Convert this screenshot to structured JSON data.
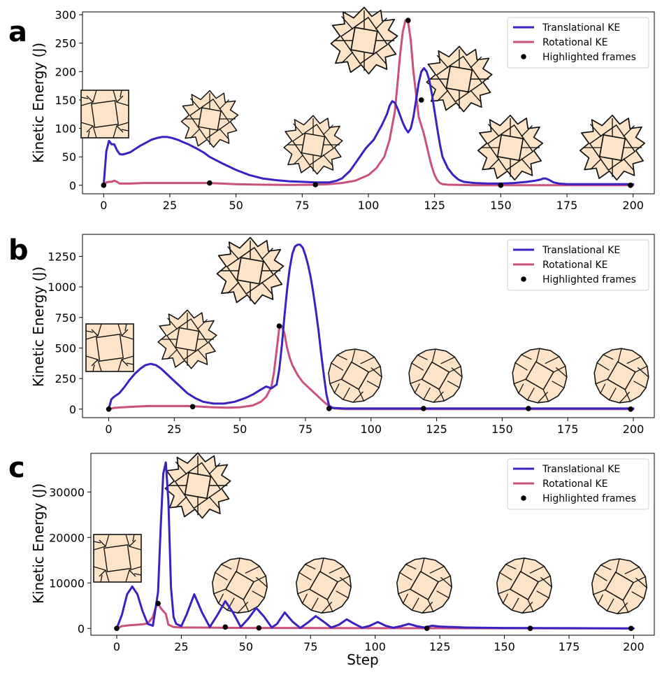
{
  "colors": {
    "translational": "#3a22c2",
    "rotational": "#c9517c",
    "highlight": "#000000",
    "tile_fill": "#fde3c8",
    "tile_stroke": "#111111"
  },
  "chart_data": [
    {
      "type": "line",
      "panel": "a",
      "ylabel": "Kinetic Energy (J)",
      "xlabel": "",
      "xlim": [
        -8,
        208
      ],
      "ylim": [
        -15,
        305
      ],
      "xticks": [
        0,
        25,
        50,
        75,
        100,
        125,
        150,
        175,
        200
      ],
      "yticks": [
        0,
        50,
        100,
        150,
        200,
        250,
        300
      ],
      "legend_position": "top-right",
      "legend": [
        "Translational KE",
        "Rotational KE",
        "Highlighted frames"
      ],
      "grid": false,
      "series": [
        {
          "name": "Translational KE",
          "x": [
            0,
            1,
            2,
            3,
            4,
            5,
            6,
            7,
            8,
            10,
            12,
            14,
            16,
            18,
            20,
            22,
            24,
            26,
            28,
            30,
            32,
            35,
            38,
            40,
            45,
            50,
            55,
            60,
            65,
            70,
            75,
            80,
            85,
            88,
            90,
            93,
            96,
            99,
            102,
            105,
            107,
            108,
            109,
            110,
            111,
            112,
            113,
            114,
            115,
            116,
            117,
            118,
            119,
            120,
            121,
            122,
            123,
            124,
            125,
            126,
            127,
            128,
            130,
            132,
            134,
            136,
            140,
            145,
            150,
            155,
            160,
            163,
            165,
            166,
            167,
            168,
            170,
            172,
            175,
            180,
            190,
            200
          ],
          "y": [
            0,
            60,
            78,
            72,
            72,
            62,
            55,
            54,
            55,
            58,
            64,
            70,
            75,
            80,
            83,
            85,
            85,
            83,
            80,
            76,
            72,
            65,
            57,
            50,
            38,
            27,
            18,
            12,
            9,
            7,
            6,
            5,
            5,
            8,
            12,
            25,
            45,
            65,
            80,
            105,
            125,
            140,
            148,
            145,
            135,
            123,
            110,
            100,
            93,
            100,
            120,
            150,
            180,
            200,
            206,
            200,
            185,
            160,
            130,
            100,
            72,
            50,
            30,
            18,
            10,
            6,
            4,
            3,
            3,
            4,
            6,
            8,
            10,
            12,
            12,
            10,
            5,
            3,
            2,
            2,
            2,
            2
          ]
        },
        {
          "name": "Rotational KE",
          "x": [
            0,
            1,
            2,
            3,
            4,
            5,
            6,
            7,
            8,
            10,
            15,
            20,
            30,
            40,
            50,
            60,
            70,
            80,
            85,
            90,
            95,
            100,
            103,
            106,
            108,
            110,
            111,
            112,
            113,
            114,
            115,
            116,
            117,
            118,
            119,
            120,
            121,
            122,
            123,
            124,
            125,
            126,
            127,
            128,
            130,
            135,
            140,
            150,
            160,
            175,
            200
          ],
          "y": [
            0,
            5,
            6,
            6,
            8,
            6,
            3,
            3,
            3,
            3,
            4,
            4,
            4,
            4,
            2,
            1,
            0.5,
            1,
            2,
            4,
            8,
            18,
            30,
            50,
            80,
            130,
            180,
            230,
            270,
            290,
            288,
            255,
            200,
            160,
            120,
            105,
            90,
            70,
            50,
            32,
            18,
            9,
            4,
            2,
            1,
            0.5,
            0,
            0,
            0,
            0,
            0
          ]
        }
      ],
      "highlighted_frames": {
        "name": "Highlighted frames",
        "x": [
          0,
          40,
          80,
          115,
          120,
          150,
          199
        ],
        "y": [
          0,
          4,
          1,
          290,
          150,
          0,
          0
        ]
      }
    },
    {
      "type": "line",
      "panel": "b",
      "ylabel": "Kinetic Energy (J)",
      "xlabel": "",
      "xlim": [
        -10,
        208
      ],
      "ylim": [
        -70,
        1430
      ],
      "xticks": [
        0,
        25,
        50,
        75,
        100,
        125,
        150,
        175,
        200
      ],
      "yticks": [
        0,
        250,
        500,
        750,
        1000,
        1250
      ],
      "legend_position": "top-right",
      "legend": [
        "Translational KE",
        "Rotational KE",
        "Highlighted frames"
      ],
      "grid": false,
      "series": [
        {
          "name": "Translational KE",
          "x": [
            0,
            1,
            2,
            4,
            6,
            8,
            10,
            12,
            14,
            16,
            18,
            20,
            22,
            25,
            28,
            30,
            33,
            36,
            40,
            44,
            48,
            52,
            55,
            58,
            60,
            62,
            64,
            65,
            66,
            67,
            68,
            69,
            70,
            71,
            72,
            73,
            74,
            75,
            76,
            77,
            78,
            79,
            80,
            81,
            82,
            83,
            84,
            85,
            90,
            100,
            150,
            200
          ],
          "y": [
            0,
            80,
            100,
            130,
            180,
            240,
            290,
            330,
            360,
            370,
            360,
            330,
            290,
            230,
            170,
            130,
            90,
            60,
            45,
            45,
            60,
            90,
            120,
            160,
            185,
            170,
            200,
            320,
            520,
            760,
            980,
            1150,
            1270,
            1330,
            1345,
            1345,
            1320,
            1260,
            1180,
            1080,
            950,
            800,
            640,
            450,
            280,
            120,
            30,
            10,
            5,
            5,
            5,
            5
          ]
        },
        {
          "name": "Rotational KE",
          "x": [
            0,
            1,
            2,
            5,
            10,
            15,
            20,
            25,
            30,
            35,
            40,
            45,
            50,
            55,
            58,
            60,
            62,
            63,
            64,
            65,
            66,
            67,
            68,
            69,
            70,
            71,
            72,
            73,
            74,
            76,
            78,
            80,
            82,
            84,
            86,
            90,
            100,
            150,
            200
          ],
          "y": [
            0,
            5,
            10,
            15,
            20,
            25,
            25,
            25,
            25,
            20,
            15,
            12,
            15,
            30,
            60,
            100,
            180,
            300,
            480,
            660,
            680,
            620,
            500,
            420,
            360,
            320,
            280,
            250,
            220,
            180,
            140,
            100,
            60,
            25,
            5,
            0,
            0,
            0,
            0
          ]
        }
      ],
      "highlighted_frames": {
        "name": "Highlighted frames",
        "x": [
          0,
          32,
          65,
          84,
          120,
          160,
          199
        ],
        "y": [
          0,
          20,
          680,
          5,
          5,
          5,
          0
        ]
      }
    },
    {
      "type": "line",
      "panel": "c",
      "xlabel": "Step",
      "ylabel": "Kinetic Energy (J)",
      "xlim": [
        -10,
        208
      ],
      "ylim": [
        -1500,
        38500
      ],
      "xticks": [
        0,
        25,
        50,
        75,
        100,
        125,
        150,
        175,
        200
      ],
      "yticks": [
        0,
        10000,
        20000,
        30000
      ],
      "legend_position": "top-right",
      "legend": [
        "Translational KE",
        "Rotational KE",
        "Highlighted frames"
      ],
      "grid": false,
      "series": [
        {
          "name": "Translational KE",
          "x": [
            0,
            2,
            4,
            6,
            8,
            10,
            12,
            14,
            16,
            17,
            18,
            19,
            20,
            21,
            22,
            23,
            25,
            27,
            30,
            33,
            36,
            39,
            42,
            45,
            48,
            51,
            54,
            57,
            60,
            62,
            65,
            68,
            71,
            74,
            77,
            80,
            83,
            86,
            89,
            92,
            95,
            98,
            101,
            104,
            107,
            110,
            113,
            116,
            119,
            122,
            125,
            130,
            135,
            140,
            150,
            175,
            200
          ],
          "y": [
            0,
            3000,
            7500,
            9200,
            7500,
            3800,
            1000,
            600,
            8000,
            22000,
            34000,
            36500,
            28000,
            9000,
            2500,
            1000,
            500,
            3000,
            7500,
            3500,
            300,
            3000,
            6000,
            3500,
            300,
            2200,
            4500,
            2600,
            200,
            1000,
            3500,
            1500,
            100,
            1300,
            2700,
            1500,
            200,
            800,
            2000,
            1000,
            150,
            600,
            1400,
            600,
            150,
            500,
            1000,
            500,
            200,
            600,
            400,
            300,
            200,
            150,
            100,
            50,
            0
          ]
        },
        {
          "name": "Rotational KE",
          "x": [
            0,
            2,
            5,
            8,
            10,
            12,
            14,
            15,
            16,
            17,
            18,
            19,
            20,
            22,
            25,
            30,
            40,
            50,
            60,
            80,
            100,
            120,
            150,
            175,
            200
          ],
          "y": [
            0,
            500,
            700,
            800,
            900,
            1100,
            2500,
            4500,
            5500,
            4500,
            3800,
            3200,
            800,
            300,
            200,
            200,
            150,
            100,
            100,
            80,
            60,
            40,
            20,
            10,
            0
          ]
        }
      ],
      "highlighted_frames": {
        "name": "Highlighted frames",
        "x": [
          0,
          16,
          42,
          55,
          120,
          160,
          199
        ],
        "y": [
          0,
          5500,
          300,
          100,
          30,
          10,
          0
        ]
      }
    }
  ]
}
